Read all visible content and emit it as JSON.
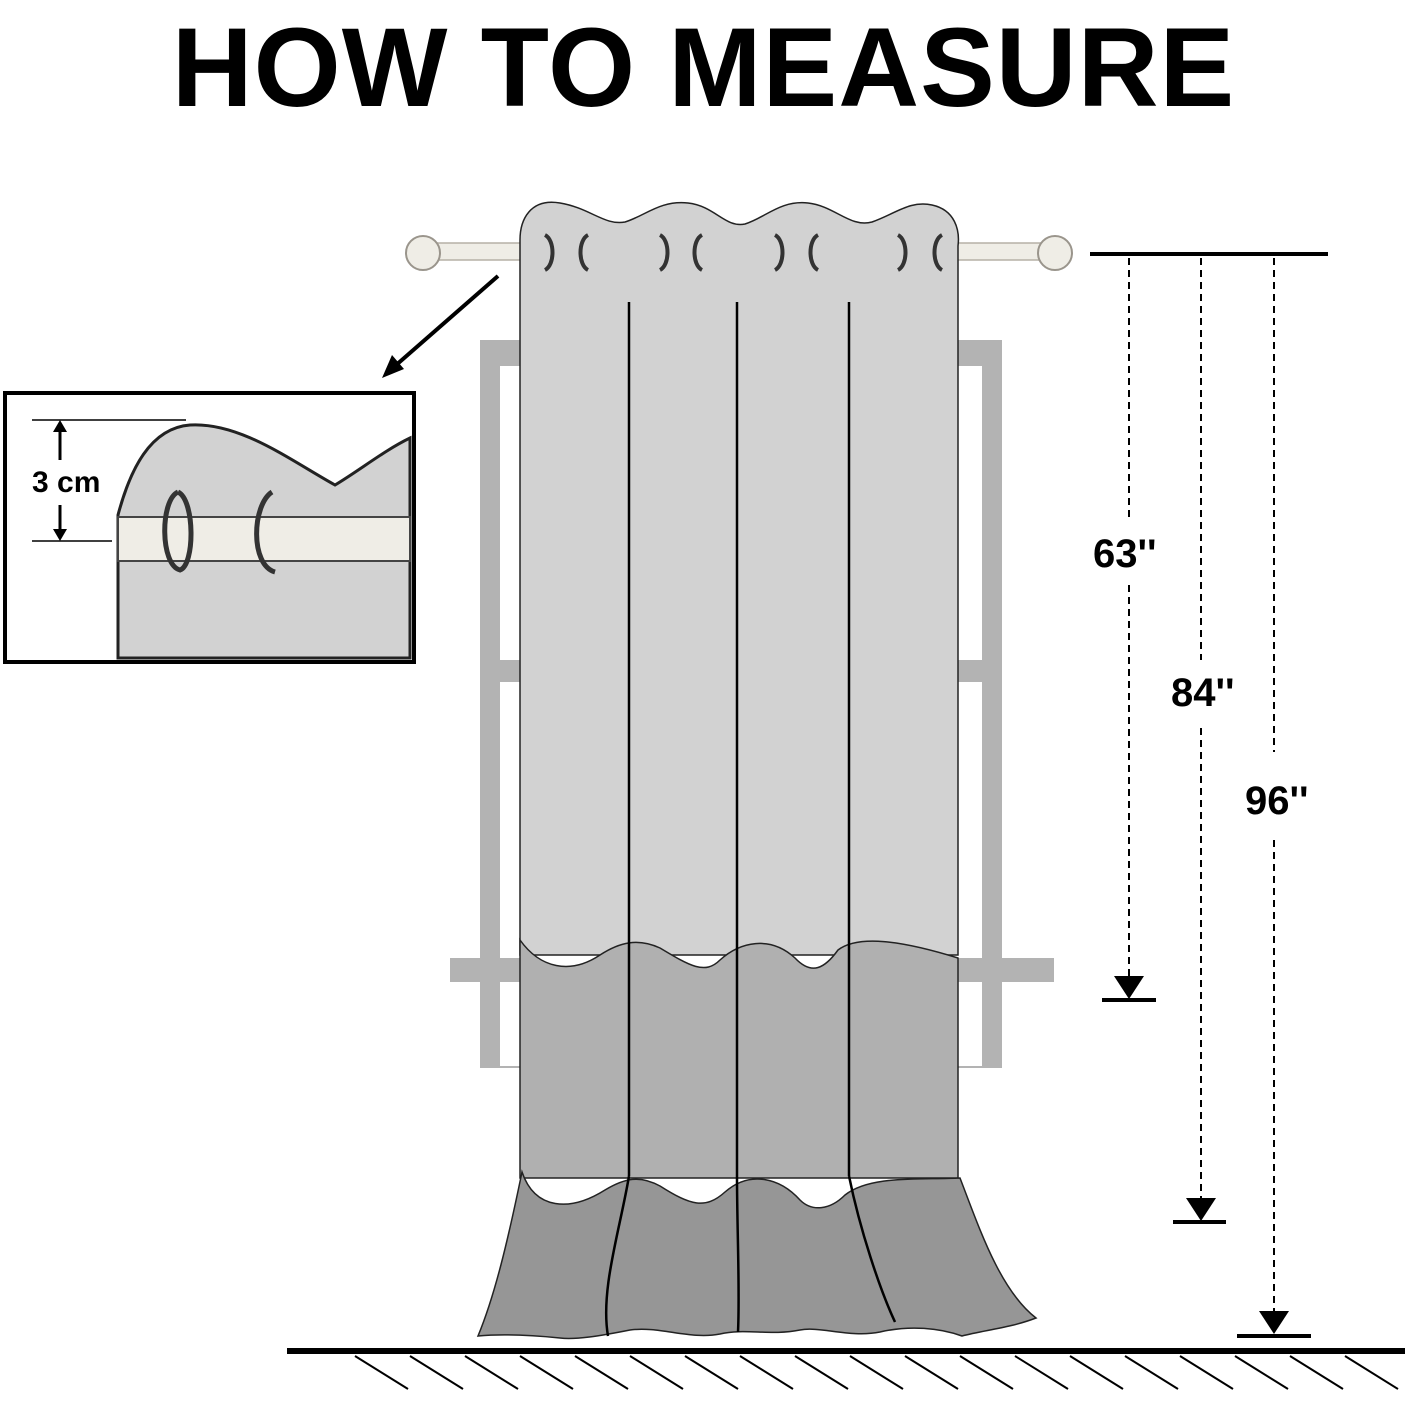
{
  "title": "HOW TO MEASURE",
  "inset": {
    "header_height_label": "3 cm"
  },
  "lengths": [
    {
      "label": "63''",
      "value_in": 63
    },
    {
      "label": "84''",
      "value_in": 84
    },
    {
      "label": "96''",
      "value_in": 96
    }
  ],
  "colors": {
    "curtain_light": "#d2d2d2",
    "curtain_mid": "#b0b0b0",
    "curtain_dark": "#969696",
    "window_frame": "#b3b3b3",
    "rod": "#efede6",
    "line": "#000000"
  }
}
